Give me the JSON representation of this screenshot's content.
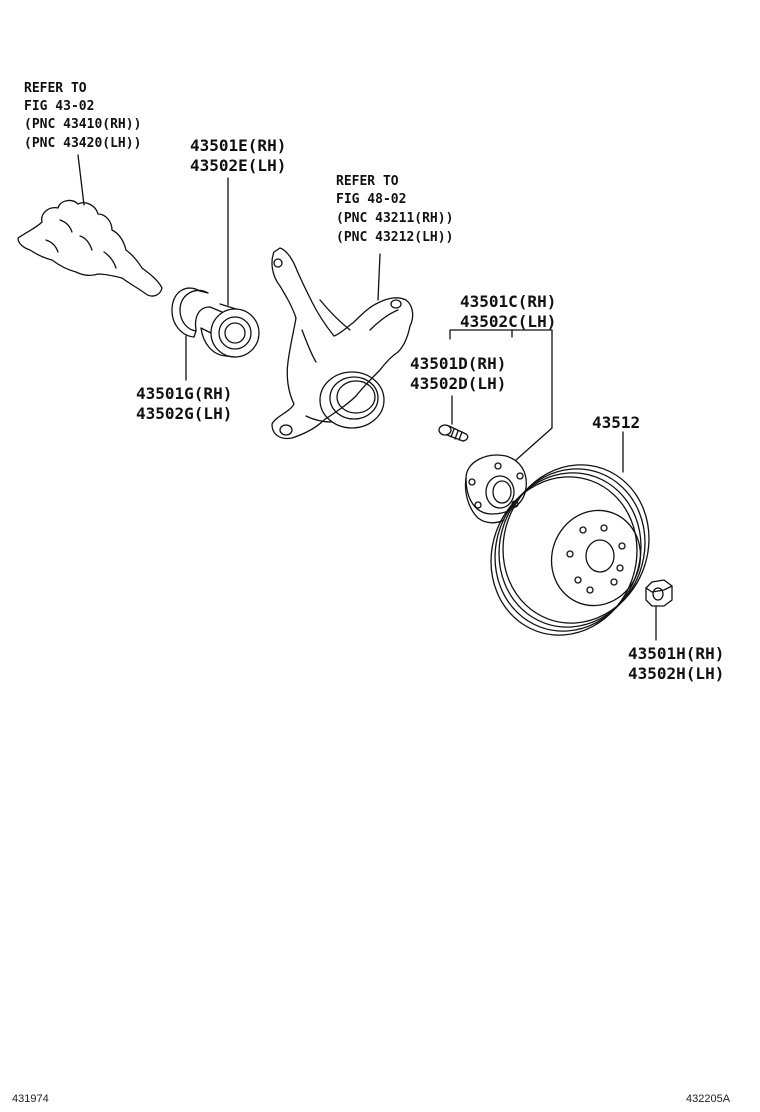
{
  "callouts": {
    "steering_knuckle_ref": {
      "line1": "REFER TO",
      "line2": "FIG 48-02",
      "line3": "(PNC 43211(RH))",
      "line4": "(PNC 43212(LH))"
    },
    "axle_shaft_ref": {
      "line1": "REFER TO",
      "line2": "FIG 43-02",
      "line3": "(PNC 43410(RH))",
      "line4": "(PNC 43420(LH))"
    },
    "bearing": {
      "rh": "43501E(RH)",
      "lh": "43502E(LH)"
    },
    "snap_ring": {
      "rh": "43501G(RH)",
      "lh": "43502G(LH)"
    },
    "hub": {
      "rh": "43501C(RH)",
      "lh": "43502C(LH)"
    },
    "hub_bolt": {
      "rh": "43501D(RH)",
      "lh": "43502D(LH)"
    },
    "disc": {
      "number": "43512"
    },
    "nut": {
      "rh": "43501H(RH)",
      "lh": "43502H(LH)"
    }
  },
  "footer": {
    "left_code": "431974",
    "right_code": "432205A"
  },
  "colors": {
    "ink": "#111111",
    "background": "#ffffff"
  }
}
